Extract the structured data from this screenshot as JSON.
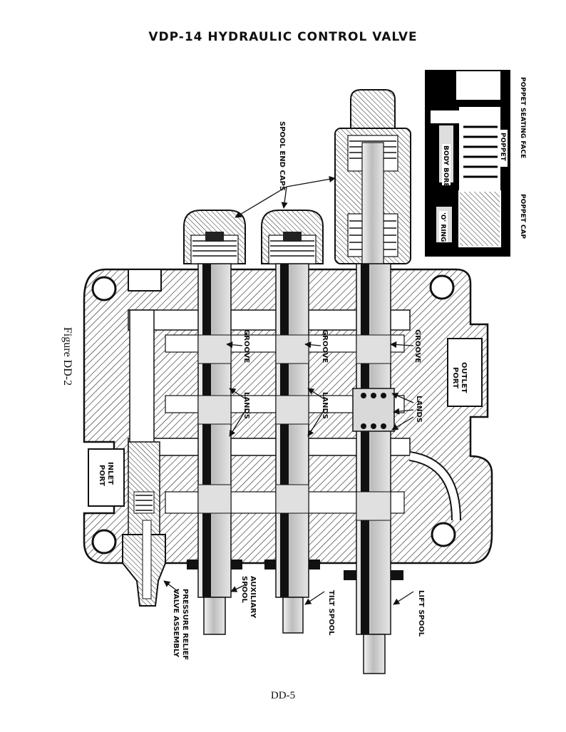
{
  "title": "VDP-14 HYDRAULIC CONTROL VALVE",
  "figure_label": "Figure DD-2",
  "page_number": "DD-5",
  "labels": {
    "spool_end_caps": "SPOOL END CAPS",
    "groove": "GROOVE",
    "lands": "LANDS",
    "outlet_port_1": "OUTLET",
    "outlet_port_2": "PORT",
    "inlet_port_1": "INLET",
    "inlet_port_2": "PORT",
    "pressure_relief_1": "PRESSURE RELIEF",
    "pressure_relief_2": "VALVE ASSEMBLY",
    "auxiliary_spool_1": "AUXILIARY",
    "auxiliary_spool_2": "SPOOL",
    "tilt_spool": "TILT SPOOL",
    "lift_spool": "LIFT SPOOL"
  },
  "inset_labels": {
    "poppet_seating_face": "POPPET SEATING FACE",
    "poppet_cap": "POPPET CAP",
    "poppet": "POPPET",
    "body_bore": "BODY BORE",
    "o_ring": "'O' RING"
  }
}
